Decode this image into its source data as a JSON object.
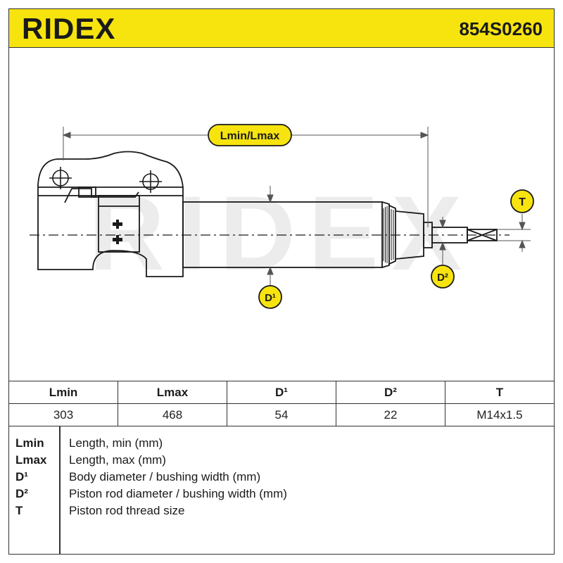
{
  "header": {
    "brand": "RIDEX",
    "part_number": "854S0260"
  },
  "drawing": {
    "watermark": "RIDEX",
    "labels": {
      "length": "Lmin/Lmax",
      "thread": "T",
      "rod_diameter": "D²",
      "body_diameter": "D¹"
    }
  },
  "spec_table": {
    "headers": [
      "Lmin",
      "Lmax",
      "D¹",
      "D²",
      "T"
    ],
    "values": [
      "303",
      "468",
      "54",
      "22",
      "M14x1.5"
    ]
  },
  "legend": [
    {
      "key": "Lmin",
      "desc": "Length, min (mm)"
    },
    {
      "key": "Lmax",
      "desc": "Length, max (mm)"
    },
    {
      "key": "D¹",
      "desc": "Body diameter / bushing width (mm)"
    },
    {
      "key": "D²",
      "desc": "Piston rod diameter / bushing width (mm)"
    },
    {
      "key": "T",
      "desc": "Piston rod thread size"
    }
  ],
  "colors": {
    "accent": "#f7e40f",
    "ink": "#1a1a1a"
  }
}
